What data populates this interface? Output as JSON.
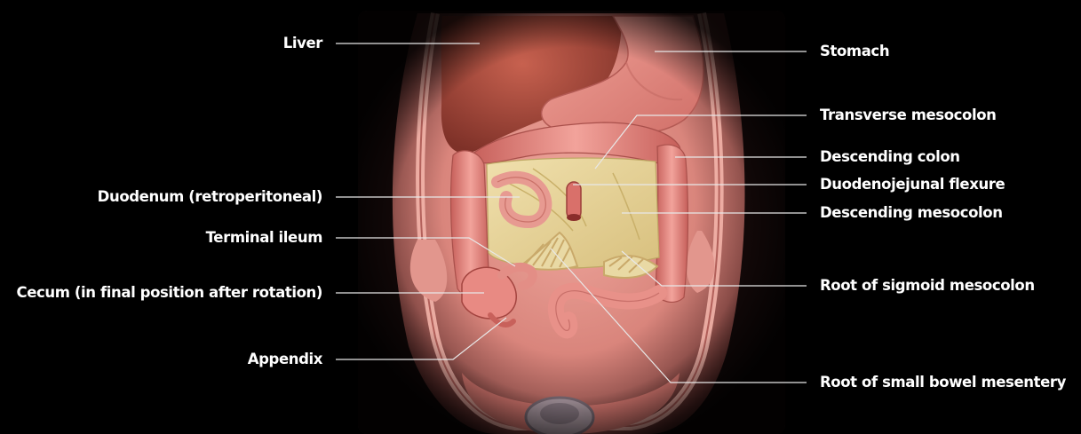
{
  "diagram": {
    "labels": {
      "liver": "Liver",
      "duodenum": "Duodenum (retroperitoneal)",
      "terminal_ileum": "Terminal ileum",
      "cecum": "Cecum (in final position after rotation)",
      "appendix": "Appendix",
      "stomach": "Stomach",
      "transverse_mesocolon": "Transverse mesocolon",
      "descending_colon": "Descending colon",
      "duodenojejunal_flexure": "Duodenojejunal flexure",
      "descending_mesocolon": "Descending mesocolon",
      "root_sigmoid_mesocolon": "Root of sigmoid mesocolon",
      "root_small_bowel_mesentery": "Root of small bowel mesentery"
    },
    "colors": {
      "background": "#000000",
      "tissue": "#e8918a",
      "tissue_dark": "#b5524c",
      "liver": "#a94a3e",
      "mesentery": "#e6d296",
      "leader_line": "#e8e8e8"
    }
  }
}
